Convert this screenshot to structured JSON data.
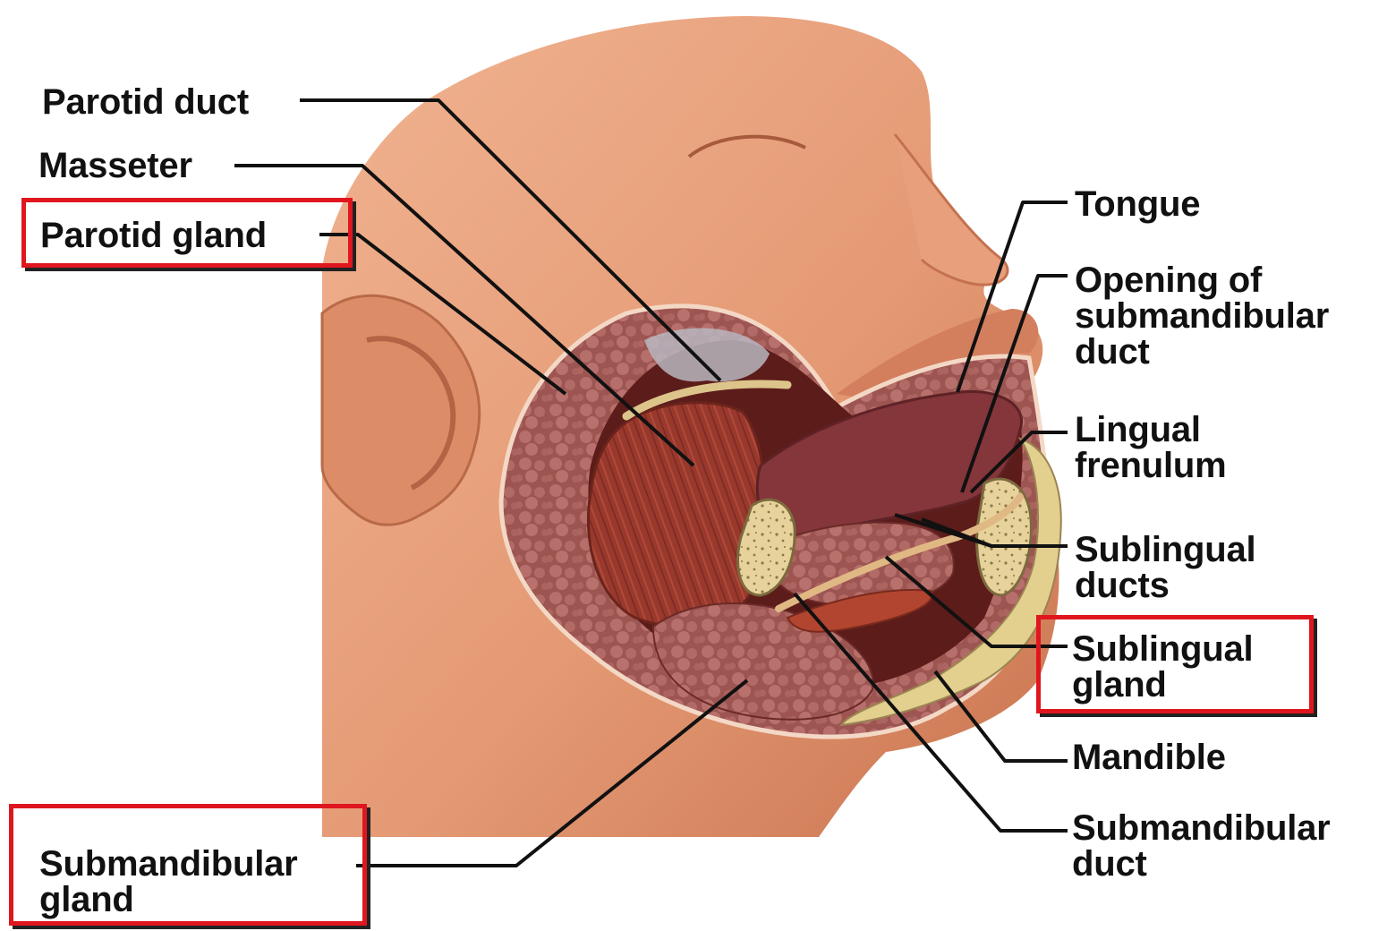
{
  "figure": {
    "labels": {
      "parotid_duct": "Parotid duct",
      "masseter": "Masseter",
      "parotid_gland": "Parotid gland",
      "tongue": "Tongue",
      "opening_submandibular_duct": [
        "Opening of",
        "submandibular",
        "duct"
      ],
      "lingual_frenulum": [
        "Lingual",
        "frenulum"
      ],
      "sublingual_ducts": [
        "Sublingual",
        "ducts"
      ],
      "sublingual_gland": [
        "Sublingual",
        "gland"
      ],
      "mandible": "Mandible",
      "submandibular_duct": [
        "Submandibular",
        "duct"
      ],
      "submandibular_gland": [
        "Submandibular",
        "gland"
      ]
    },
    "highlighted": [
      "parotid_gland",
      "sublingual_gland",
      "submandibular_gland"
    ],
    "colors": {
      "highlight_box": "#e0161e",
      "skin": "#e49a74",
      "gland": "#a35a58",
      "muscle": "#9a3a2e",
      "bone": "#e3cf8e",
      "leader_line": "#111111"
    }
  }
}
